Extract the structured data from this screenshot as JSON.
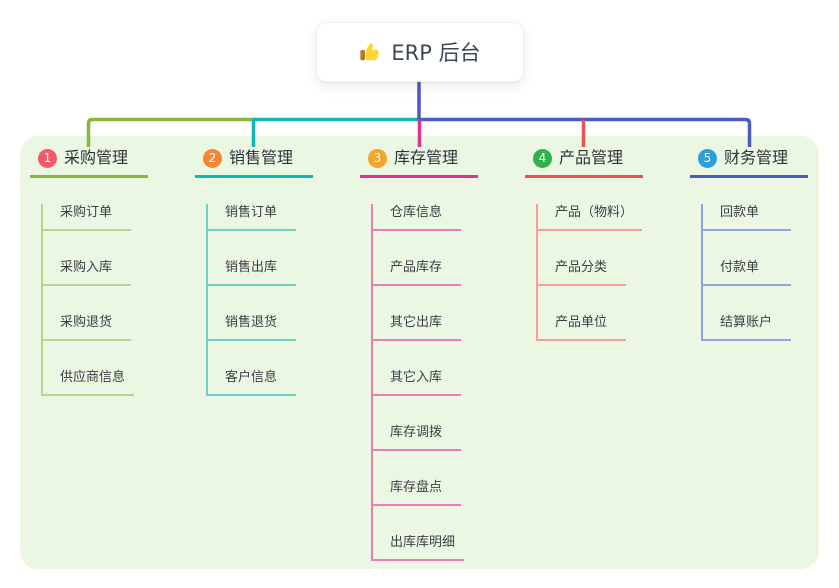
{
  "root": {
    "label": "ERP 后台",
    "icon": "thumbs-up"
  },
  "panel": {
    "background": "#ebf6e3"
  },
  "connectors": {
    "trunk_color": "#4a5bc4"
  },
  "branches": [
    {
      "badge": "1",
      "label": "采购管理",
      "badge_color": "#f2596d",
      "line_color": "#87b741",
      "child_line_color": "#b3d78d",
      "children": [
        "采购订单",
        "采购入库",
        "采购退货",
        "供应商信息"
      ]
    },
    {
      "badge": "2",
      "label": "销售管理",
      "badge_color": "#f58633",
      "line_color": "#12b7b4",
      "child_line_color": "#6fd0ca",
      "children": [
        "销售订单",
        "销售出库",
        "销售退货",
        "客户信息"
      ]
    },
    {
      "badge": "3",
      "label": "库存管理",
      "badge_color": "#f2a52b",
      "line_color": "#d6388f",
      "child_line_color": "#f07ab5",
      "children": [
        "仓库信息",
        "产品库存",
        "其它出库",
        "其它入库",
        "库存调拨",
        "库存盘点",
        "出库库明细"
      ]
    },
    {
      "badge": "4",
      "label": "产品管理",
      "badge_color": "#2fb24b",
      "line_color": "#e95354",
      "child_line_color": "#f59e9b",
      "children": [
        "产品（物料）",
        "产品分类",
        "产品单位"
      ]
    },
    {
      "badge": "5",
      "label": "财务管理",
      "badge_color": "#2f9fdc",
      "line_color": "#4a5bc4",
      "child_line_color": "#8ea4de",
      "children": [
        "回款单",
        "付款单",
        "结算账户"
      ]
    }
  ]
}
